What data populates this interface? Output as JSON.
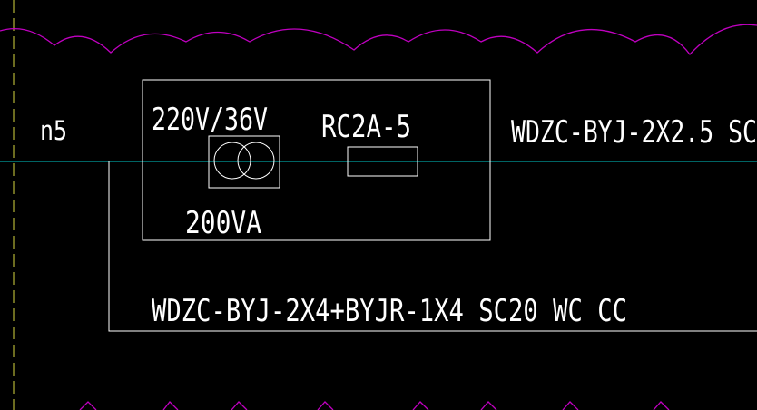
{
  "colors": {
    "background": "#000000",
    "wire": "#ffffff",
    "cloud_revision": "#c000c0",
    "center_line": "#00c8c8",
    "left_axis_dashed": "#d8d840"
  },
  "labels": {
    "node_label": "n5",
    "transformer_voltage": "220V/36V",
    "transformer_power": "200VA",
    "breaker_label": "RC2A-5",
    "cable_out_label": "WDZC-BYJ-2X2.5 SC",
    "cable_feed_label": "WDZC-BYJ-2X4+BYJR-1X4 SC20 WC CC"
  },
  "symbols": {
    "transformer": "transformer-two-circles-icon",
    "breaker": "fuse-rectangle-icon"
  }
}
